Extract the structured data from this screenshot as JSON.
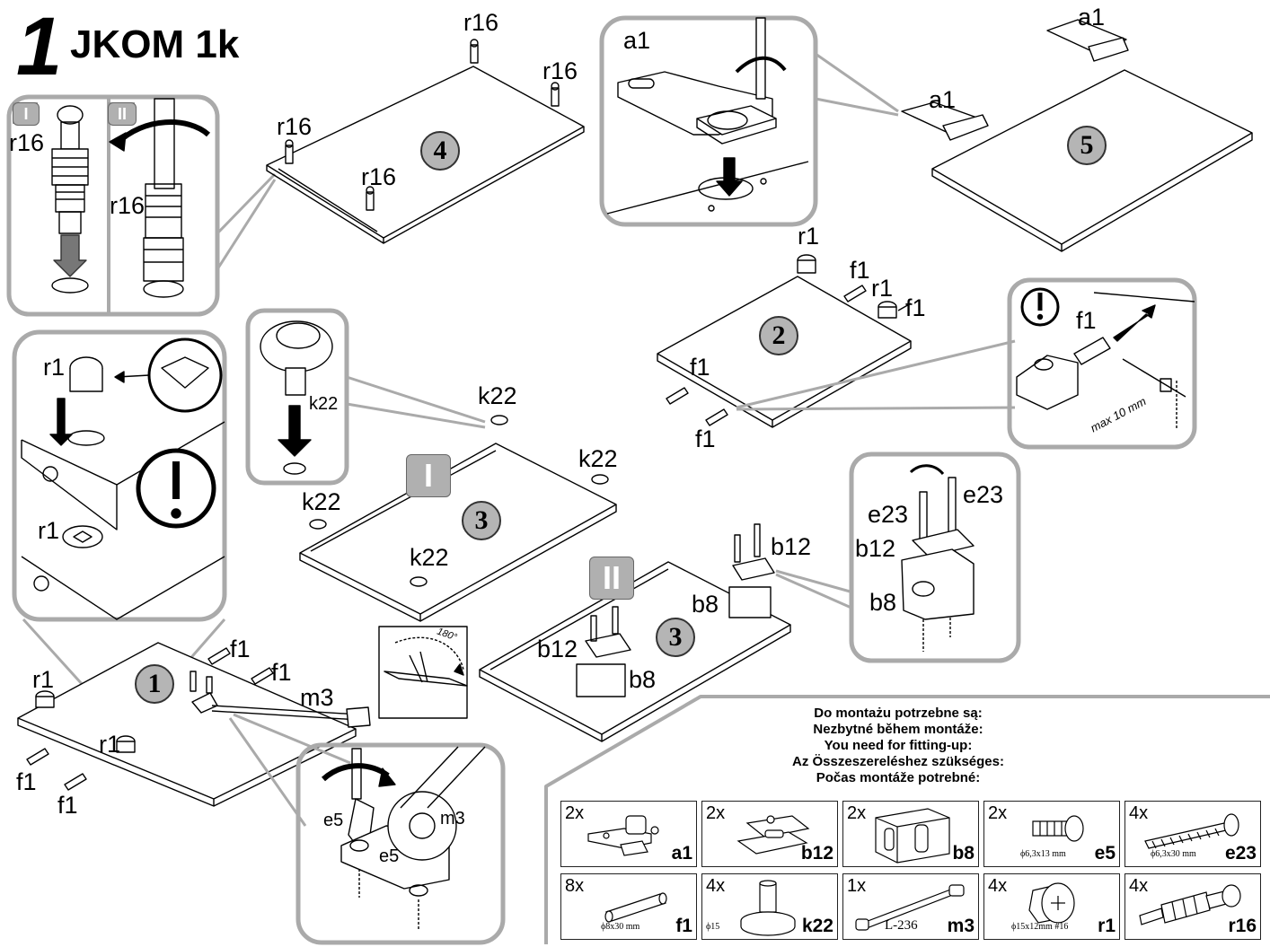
{
  "title": {
    "number": "1",
    "name": "JKOM 1k"
  },
  "steps": {
    "s1": "1",
    "s2": "2",
    "s3a": "3",
    "s3b": "3",
    "s4": "4",
    "s5": "5"
  },
  "roman": {
    "i": "I",
    "ii": "II"
  },
  "labels": {
    "r16_top": "r16",
    "r16_right": "r16",
    "r16_left": "r16",
    "r16_mid": "r16",
    "d1_r16a": "r16",
    "d1_r16b": "r16",
    "a1_detail": "a1",
    "a1_top": "a1",
    "a1_left": "a1",
    "r1_p2": "r1",
    "r1_p2b": "r1",
    "f1_p2a": "f1",
    "f1_p2b": "f1",
    "f1_p2c": "f1",
    "f1_p2d": "f1",
    "f1_detail": "f1",
    "max10": "max 10 mm",
    "r1_d3a": "r1",
    "r1_d3b": "r1",
    "k22_detail": "k22",
    "k22_a": "k22",
    "k22_b": "k22",
    "k22_c": "k22",
    "k22_d": "k22",
    "b12_a": "b12",
    "b8_a": "b8",
    "b12_b": "b12",
    "b8_b": "b8",
    "e23_a": "e23",
    "e23_b": "e23",
    "b12_det": "b12",
    "b8_det": "b8",
    "r1_p1a": "r1",
    "r1_p1b": "r1",
    "f1_p1a": "f1",
    "f1_p1b": "f1",
    "f1_p1c": "f1",
    "f1_p1d": "f1",
    "m3": "m3",
    "e5_a": "e5",
    "e5_b": "e5",
    "m3_det": "m3",
    "rot180": "180°"
  },
  "parts_heading": [
    "Do montażu potrzebne są:",
    "Nezbytné během montáže:",
    "You need for fitting-up:",
    "Az Összeszereléshez szükséges:",
    "Počas montáže potrebné:"
  ],
  "parts": [
    {
      "qty": "2x",
      "code": "a1",
      "dim": "",
      "icon": "hinge-icon"
    },
    {
      "qty": "2x",
      "code": "b12",
      "dim": "",
      "icon": "hinge-plate-icon"
    },
    {
      "qty": "2x",
      "code": "b8",
      "dim": "",
      "icon": "spacer-block-icon"
    },
    {
      "qty": "2x",
      "code": "e5",
      "dim": "ϕ6,3x13 mm",
      "icon": "short-screw-icon"
    },
    {
      "qty": "4x",
      "code": "e23",
      "dim": "ϕ6,3x30 mm",
      "icon": "long-screw-icon"
    },
    {
      "qty": "8x",
      "code": "f1",
      "dim": "ϕ8x30 mm",
      "icon": "dowel-icon"
    },
    {
      "qty": "4x",
      "code": "k22",
      "dim": "ϕ15",
      "icon": "glide-foot-icon"
    },
    {
      "qty": "1x",
      "code": "m3",
      "dim": "L-236",
      "icon": "stay-arm-icon"
    },
    {
      "qty": "4x",
      "code": "r1",
      "dim": "ϕ15x12mm #16",
      "icon": "cam-lock-icon"
    },
    {
      "qty": "4x",
      "code": "r16",
      "dim": "",
      "icon": "connector-bolt-icon"
    }
  ]
}
